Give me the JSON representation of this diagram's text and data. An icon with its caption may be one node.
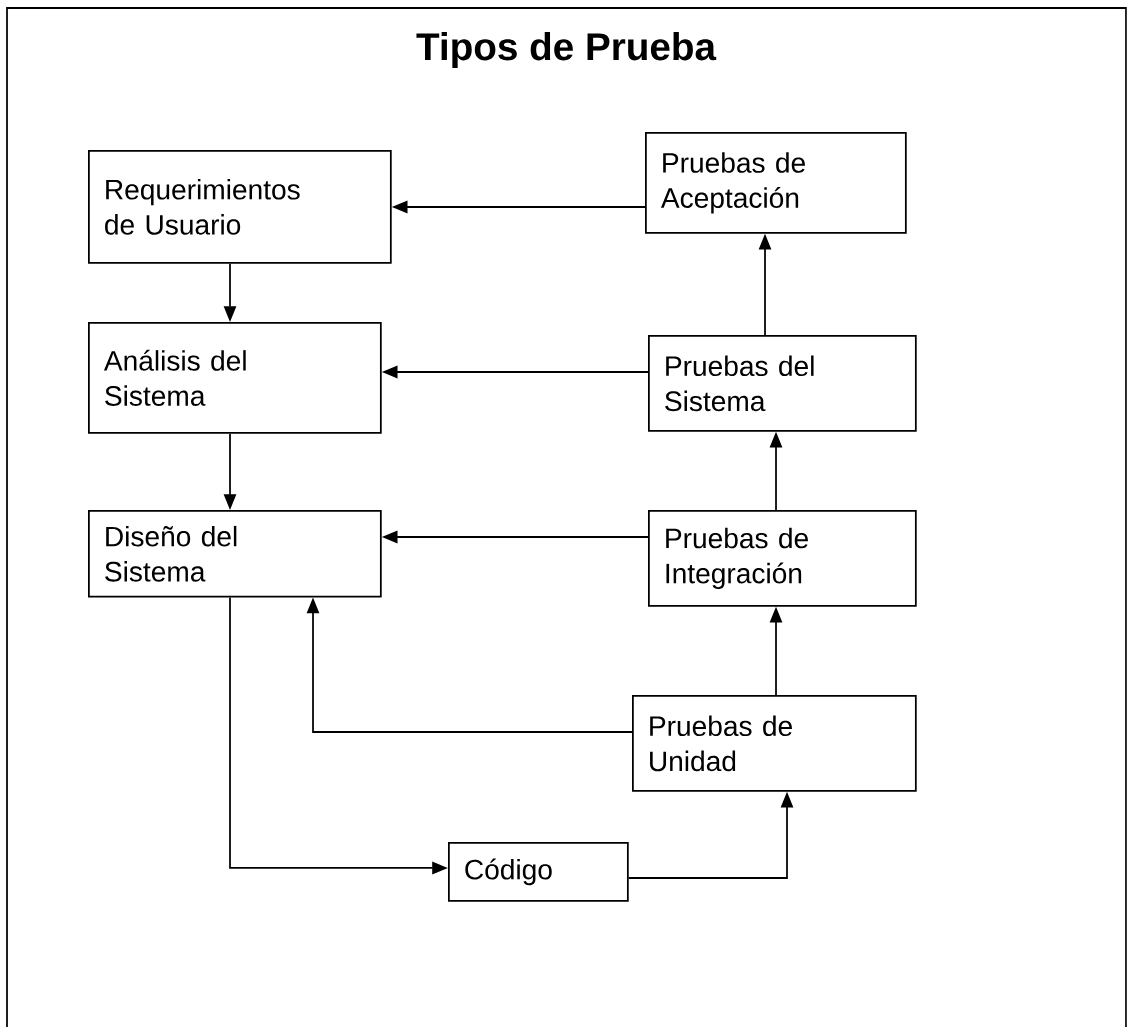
{
  "diagram": {
    "title": "Tipos de Prueba",
    "nodes": [
      {
        "text": [
          "Requerimientos de Usuario"
        ]
      },
      {
        "text": [
          "Pruebas de Aceptación"
        ]
      },
      {
        "text": [
          "Análisis del Sistema"
        ]
      },
      {
        "text": [
          "Pruebas del Sistema"
        ]
      },
      {
        "text": [
          "Diseño del Sistema"
        ]
      },
      {
        "text": [
          "Pruebas de Integración"
        ]
      },
      {
        "text": [
          "Pruebas de Unidad"
        ]
      },
      {
        "text": [
          "Código"
        ]
      }
    ],
    "edges": [
      {
        "from": 1,
        "to": 0,
        "arrow": "to"
      },
      {
        "from": 0,
        "to": 2,
        "arrow": "to"
      },
      {
        "from": 3,
        "to": 2,
        "arrow": "to"
      },
      {
        "from": 3,
        "to": 1,
        "arrow": "to"
      },
      {
        "from": 2,
        "to": 4,
        "arrow": "to"
      },
      {
        "from": 5,
        "to": 4,
        "arrow": "to"
      },
      {
        "from": 5,
        "to": 3,
        "arrow": "to"
      },
      {
        "from": 6,
        "to": 5,
        "arrow": "to"
      },
      {
        "from": 6,
        "to": 4,
        "arrow": "to"
      },
      {
        "from": 4,
        "to": 7,
        "arrow": "to"
      },
      {
        "from": 7,
        "to": 6,
        "arrow": "to"
      }
    ]
  }
}
